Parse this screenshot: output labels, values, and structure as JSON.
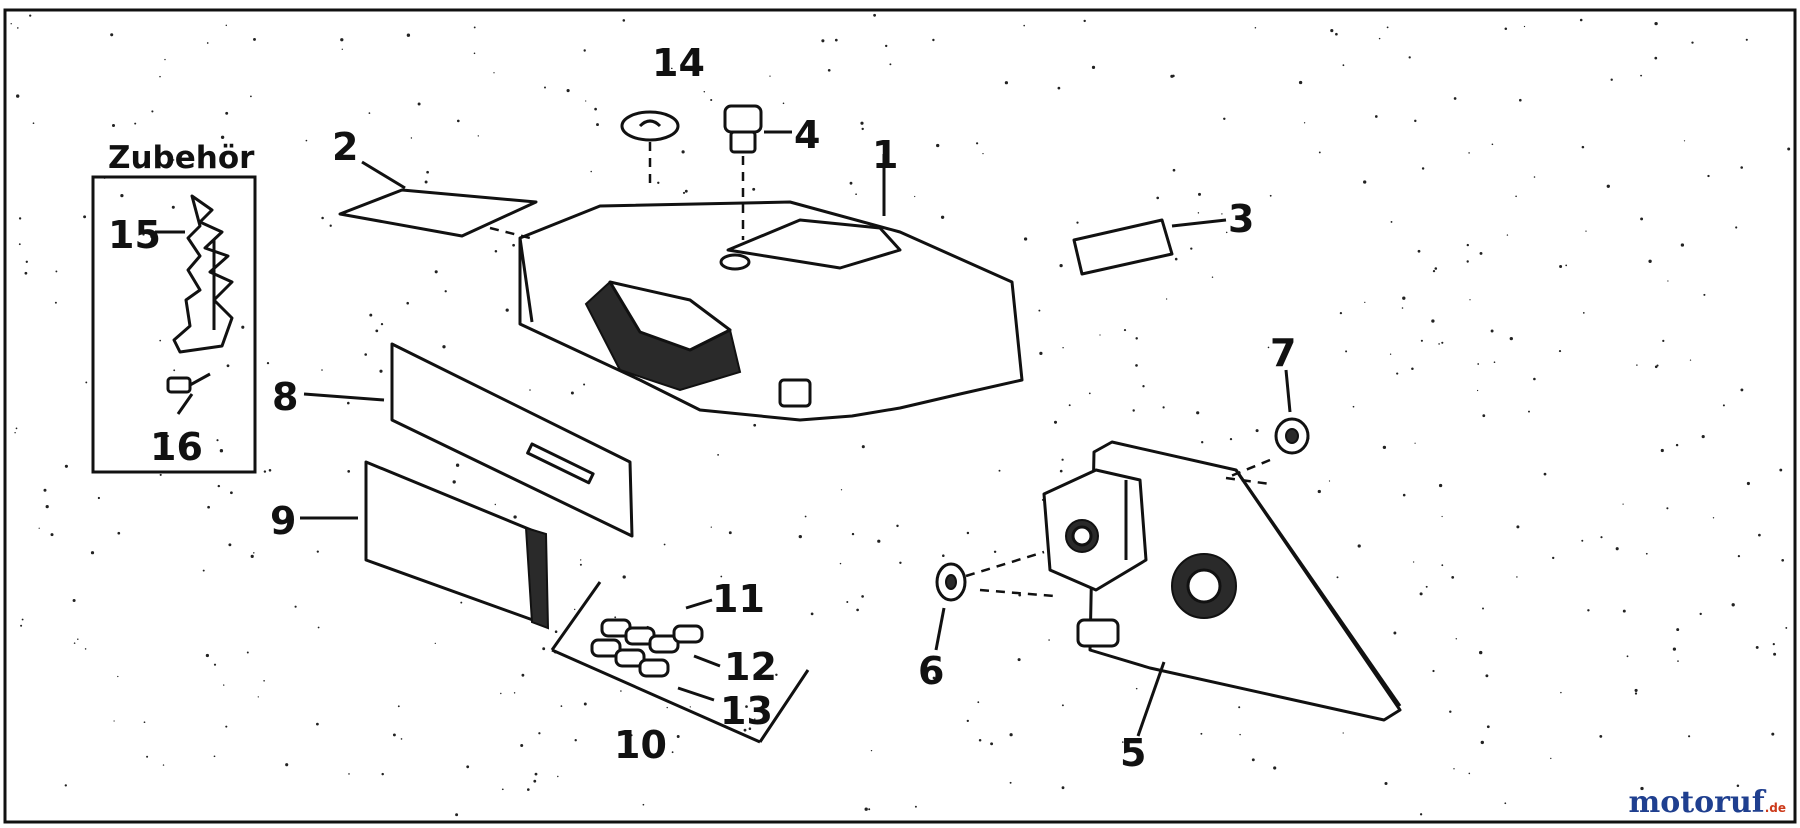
{
  "accessories": {
    "title": "Zubehör"
  },
  "callouts": {
    "c1": "1",
    "c2": "2",
    "c3": "3",
    "c4": "4",
    "c5": "5",
    "c6": "6",
    "c7": "7",
    "c8": "8",
    "c9": "9",
    "c10": "10",
    "c11": "11",
    "c12": "12",
    "c13": "13",
    "c14": "14",
    "c15": "15",
    "c16": "16"
  },
  "watermark": {
    "brand": "motoruf",
    "suffix": ".de",
    "colors": {
      "brand": "#1f3f8f",
      "suffix": "#cc3a1a"
    }
  }
}
